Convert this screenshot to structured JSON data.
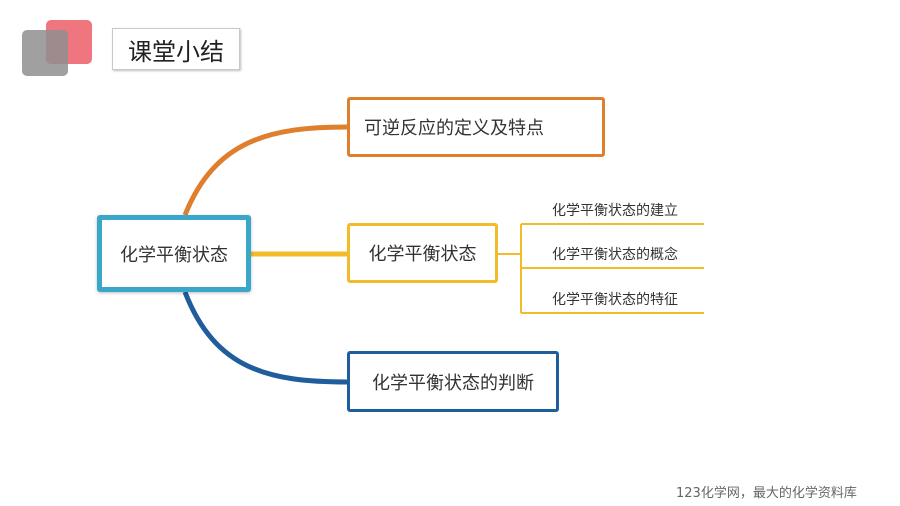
{
  "title": "课堂小结",
  "root": {
    "label": "化学平衡状态"
  },
  "branches": [
    {
      "label": "可逆反应的定义及特点",
      "color": "#df7f2e"
    },
    {
      "label": "化学平衡状态",
      "color": "#f2bb2a",
      "children": [
        "化学平衡状态的建立",
        "化学平衡状态的概念",
        "化学平衡状态的特征"
      ]
    },
    {
      "label": "化学平衡状态的判断",
      "color": "#1f5d9c"
    }
  ],
  "root_color": "#3aa6c8",
  "footer": "123化学网，最大的化学资料库"
}
